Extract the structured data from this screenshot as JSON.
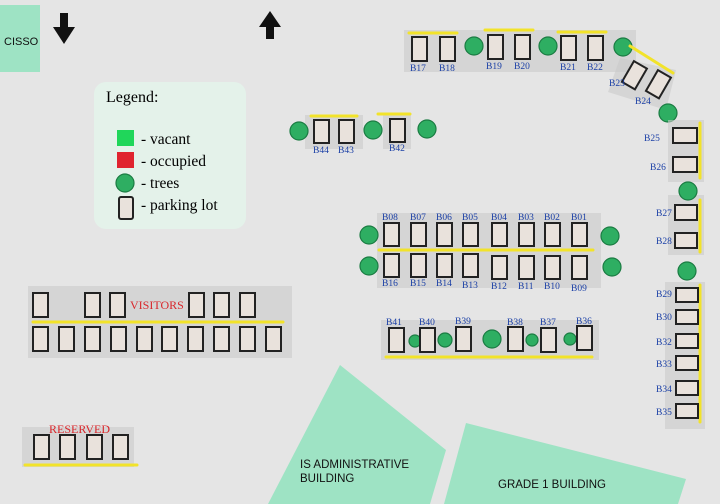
{
  "cisso_label": "CISSO",
  "legend": {
    "title": "Legend:",
    "items": [
      {
        "label": "- vacant",
        "icon": "vacant-swatch",
        "color": "#20d65a"
      },
      {
        "label": "- occupied",
        "icon": "occupied-swatch",
        "color": "#e0242f"
      },
      {
        "label": "- trees",
        "icon": "tree-icon",
        "color": "#2eae62"
      },
      {
        "label": "- parking lot",
        "icon": "parking-slot-icon",
        "color": "#e9e2dc"
      }
    ]
  },
  "areas": {
    "visitors": "VISITORS",
    "reserved": "RESERVED"
  },
  "buildings": {
    "admin": [
      "IS ADMINISTRATIVE",
      "BUILDING"
    ],
    "grade1": "GRADE 1 BUILDING"
  },
  "slots": {
    "top_row": [
      "B17",
      "B18",
      "B19",
      "B20",
      "B21",
      "B22",
      "B23",
      "B24"
    ],
    "right_col_upper": [
      "B25",
      "B26",
      "B27",
      "B28"
    ],
    "right_col_lower": [
      "B29",
      "B30",
      "B32",
      "B33",
      "B34",
      "B35"
    ],
    "left_group": [
      "B44",
      "B43",
      "B42"
    ],
    "center_top": [
      "B08",
      "B07",
      "B06",
      "B05",
      "B04",
      "B03",
      "B02",
      "B01"
    ],
    "center_bottom": [
      "B16",
      "B15",
      "B14",
      "B13",
      "B12",
      "B11",
      "B10",
      "B09"
    ],
    "lower_row": [
      "B41",
      "B40",
      "B39",
      "B38",
      "B37",
      "B36"
    ]
  },
  "colors": {
    "background": "#e5e5e5",
    "building": "#9ee3c4",
    "slot_code": "#1a3fa6",
    "area_label": "#d9262b",
    "paint_line": "#f2e32a"
  }
}
